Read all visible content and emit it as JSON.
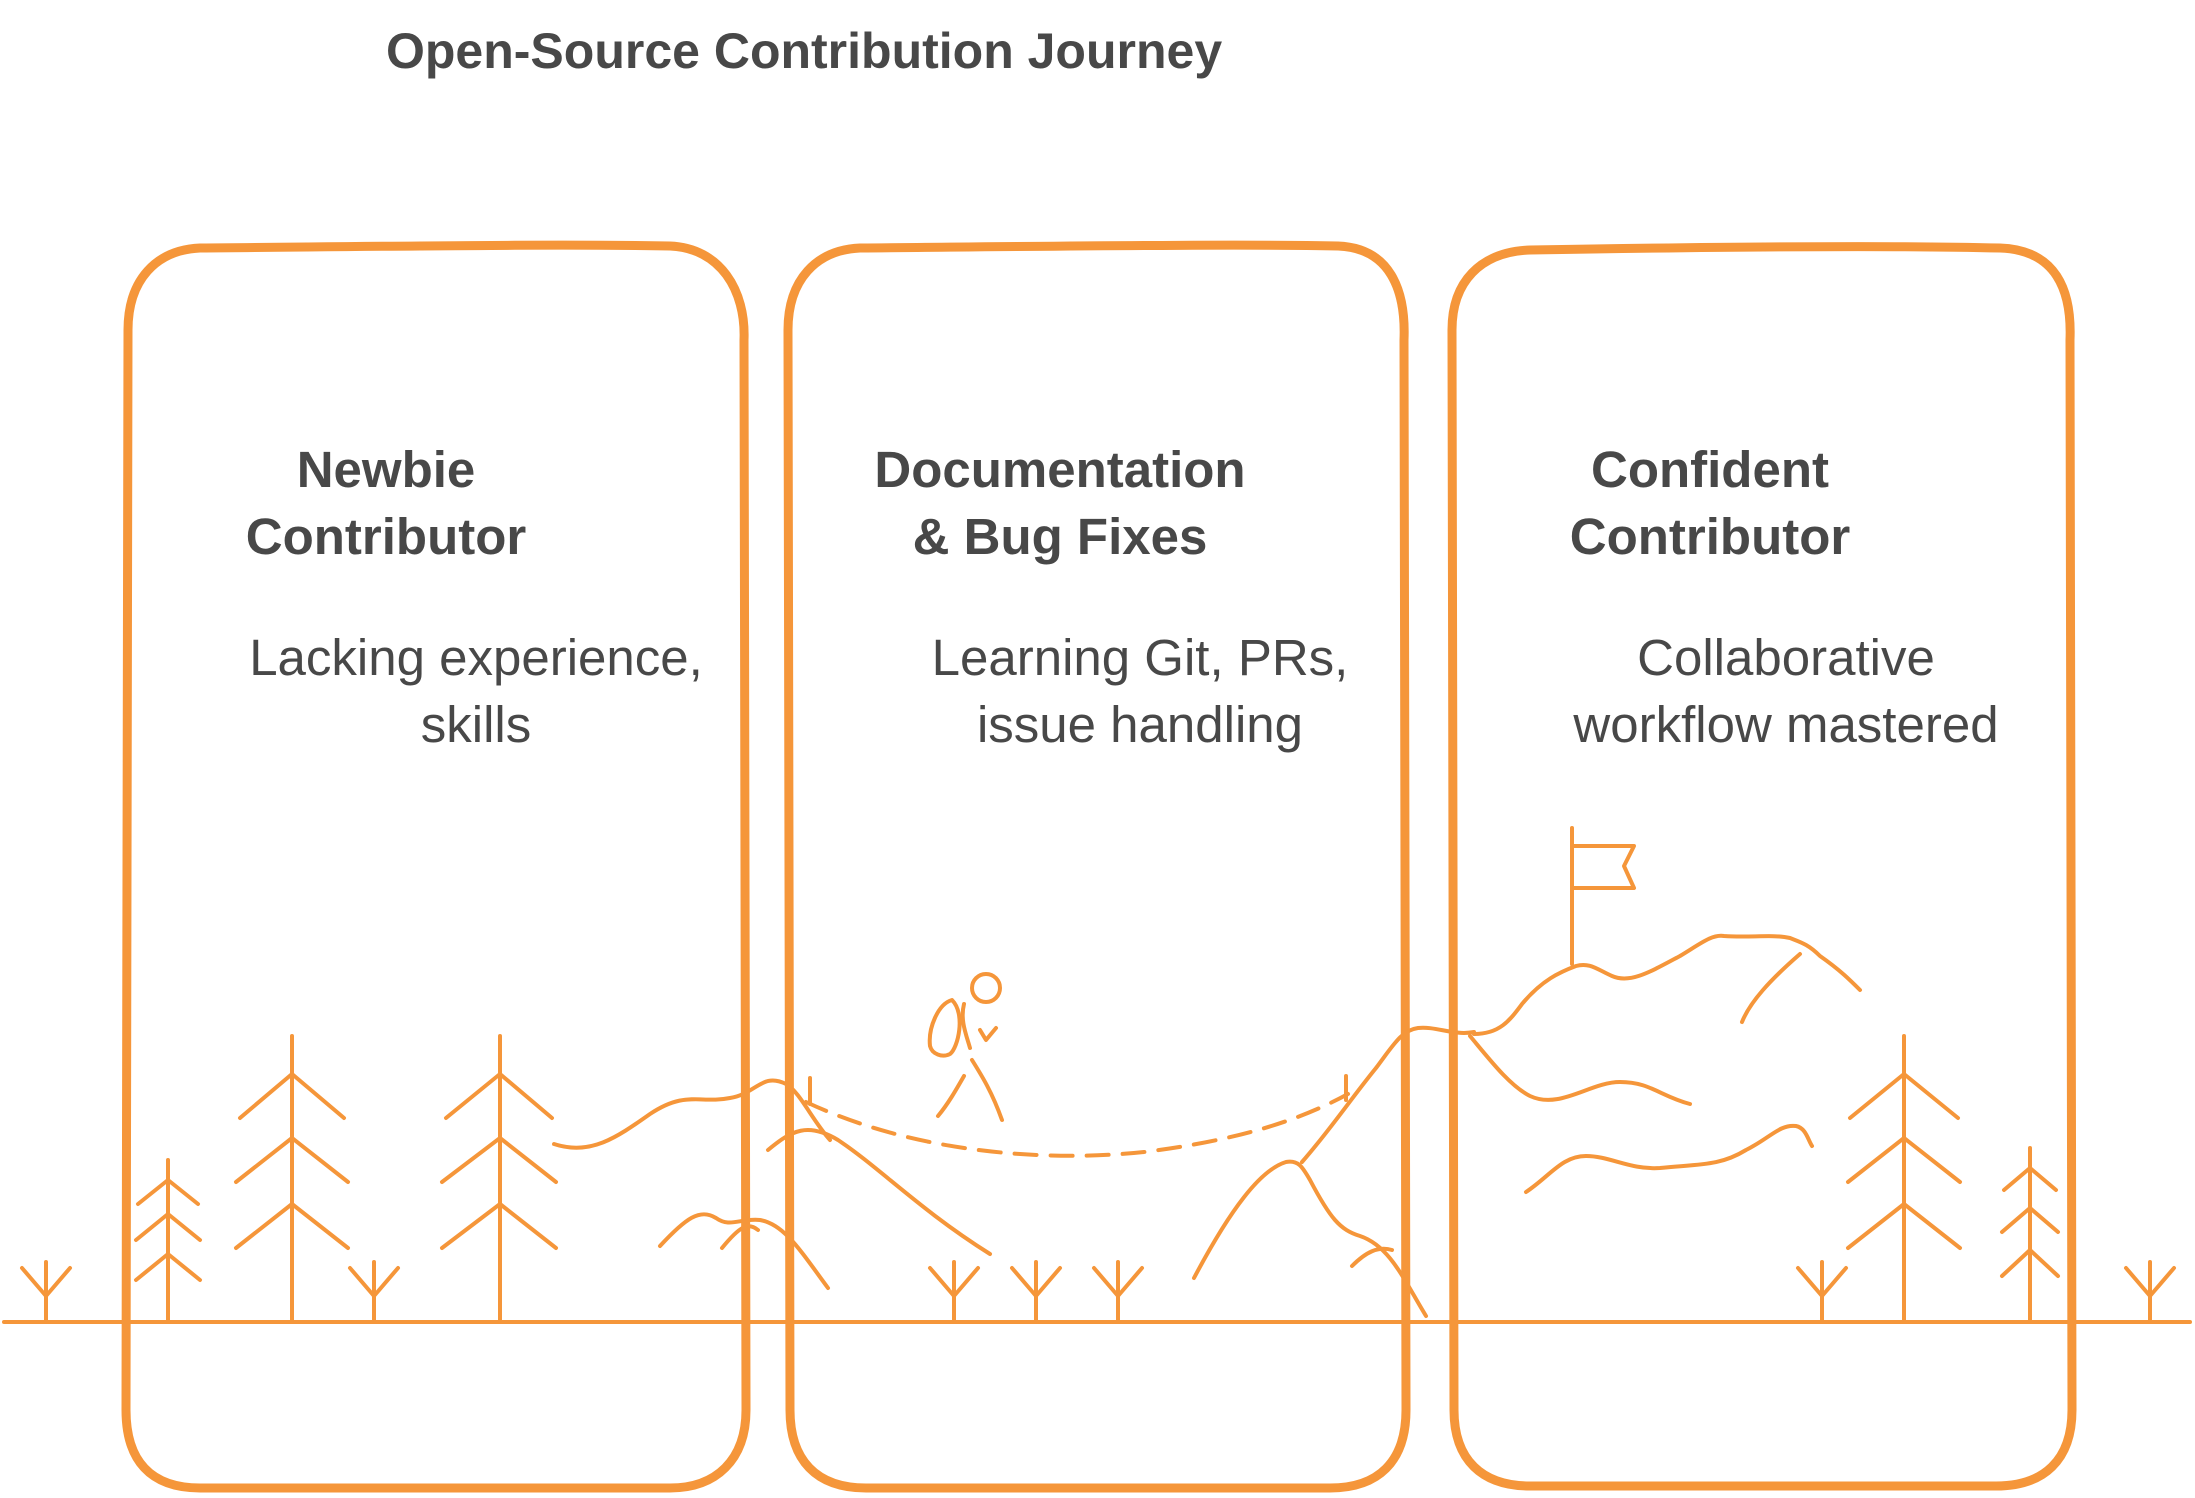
{
  "title": "Open-Source Contribution Journey",
  "accent_color": "#F5963A",
  "text_color": "#484848",
  "stages": [
    {
      "title": "Newbie\nContributor",
      "description": "Lacking experience,\nskills"
    },
    {
      "title": "Documentation\n& Bug Fixes",
      "description": "Learning Git, PRs,\nissue handling"
    },
    {
      "title": "Confident\nContributor",
      "description": "Collaborative\nworkflow mastered"
    }
  ],
  "icons": [
    "pine-tree-icon",
    "grass-sprout-icon",
    "hill-icon",
    "hiker-icon",
    "summit-flag-icon"
  ]
}
